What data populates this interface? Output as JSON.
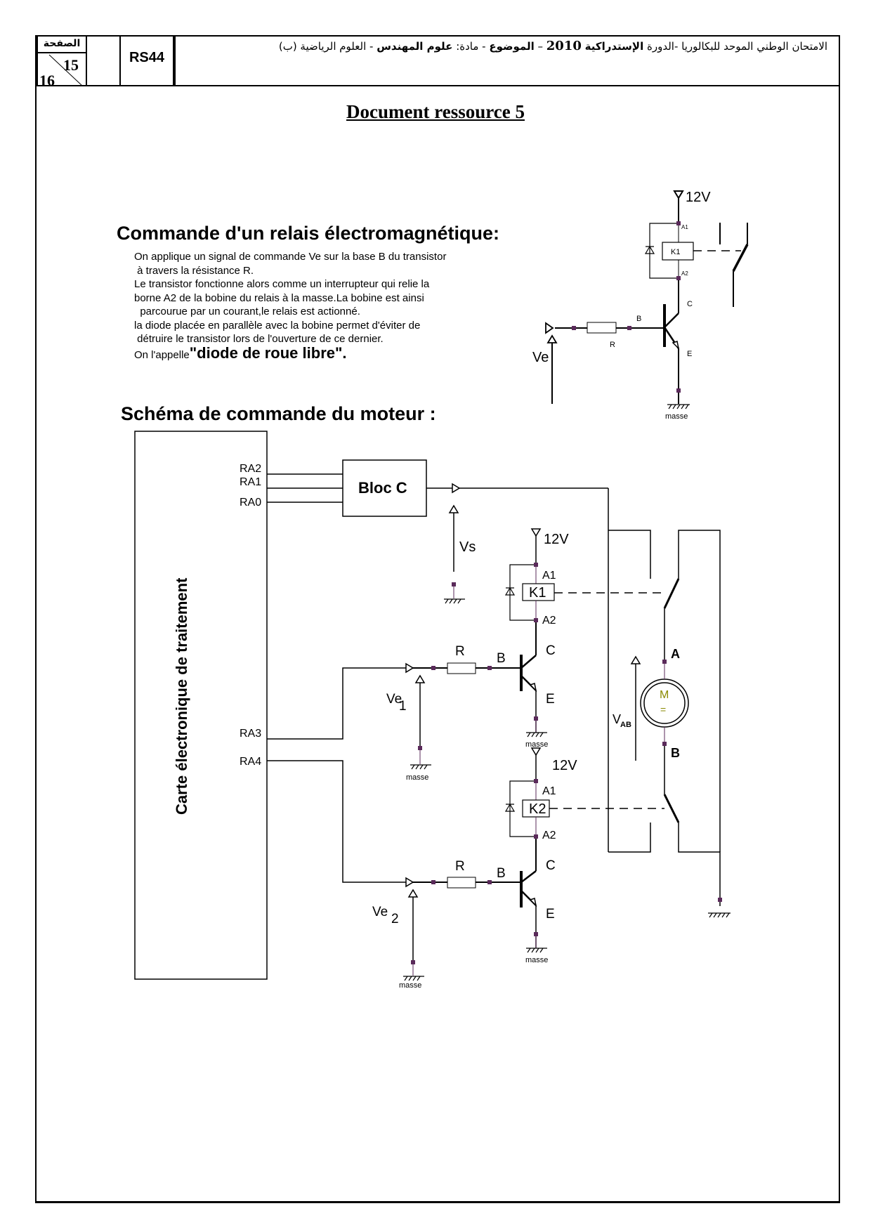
{
  "header": {
    "page_label": "الصفحة",
    "page_current": "15",
    "page_total": "16",
    "code": "RS44",
    "exam_title_part1": "الامتحان الوطني الموحد للبكالوريا -الدورة ",
    "session": "الإستدراكية",
    "year": "2010",
    "separator": " – ",
    "subject_label": "الموضوع",
    "subject_sep": " - مادة: ",
    "subject": "علوم المهندس",
    "stream": " - العلوم الرياضية (ب)"
  },
  "document_title": "Document ressource 5",
  "relay_section": {
    "heading": "Commande d'un relais électromagnétique:",
    "lines": [
      "On applique un signal de commande Ve sur la base B du transistor",
      " à travers la résistance R.",
      "Le transistor fonctionne alors comme un interrupteur qui relie la",
      "borne A2 de la bobine du relais à la masse.La bobine est ainsi",
      "  parcourue par un courant,le relais est actionné.",
      "la diode placée en parallèle avec la bobine permet d'éviter de",
      " détruire le transistor lors de l'ouverture de ce dernier."
    ],
    "last_line_prefix": "On l'appelle",
    "last_line_emphasis": "\"diode de roue libre\".",
    "diagram": {
      "supply": "12V",
      "relay": "K1",
      "terminal_a1": "A1",
      "terminal_a2": "A2",
      "base": "B",
      "collector": "C",
      "emitter": "E",
      "resistor": "R",
      "input": "Ve",
      "ground": "masse"
    }
  },
  "motor_section": {
    "heading": "Schéma de commande du moteur :",
    "board_label": "Carte électronique de traitement",
    "ports": [
      "RA2",
      "RA1",
      "RA0",
      "RA3",
      "RA4"
    ],
    "bloc": "Bloc C",
    "vs": "Vs",
    "stage1": {
      "supply": "12V",
      "relay": "K1",
      "a1": "A1",
      "a2": "A2",
      "r": "R",
      "b": "B",
      "c": "C",
      "e": "E",
      "ve": "Ve",
      "ve_sub": "1",
      "ground": "masse"
    },
    "stage2": {
      "supply": "12V",
      "relay": "K2",
      "a1": "A1",
      "a2": "A2",
      "r": "R",
      "b": "B",
      "c": "C",
      "e": "E",
      "ve": "Ve",
      "ve_sub": "2",
      "ground": "masse"
    },
    "motor": {
      "label": "M",
      "symbol": "=",
      "terminal_a": "A",
      "terminal_b": "B",
      "voltage": "V",
      "voltage_sub": "AB",
      "color": "#8a8a00"
    },
    "ground_label_vs": "",
    "ground_label_ve1": "masse",
    "ground_label_ve2": "masse"
  },
  "colors": {
    "node": "#5a2a5a",
    "wire": "#000000"
  }
}
